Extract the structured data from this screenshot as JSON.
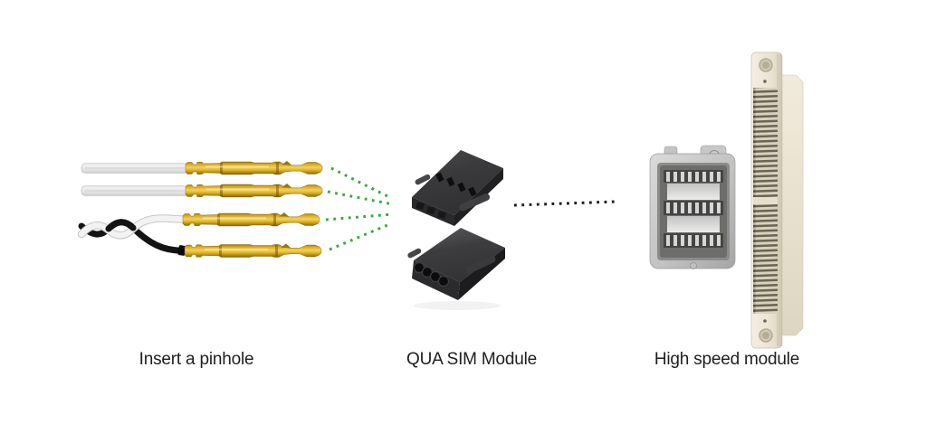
{
  "diagram": {
    "background_color": "#ffffff",
    "steps": [
      {
        "id": "pinhole",
        "label": "Insert a pinhole",
        "illustration": "four-crimped-gold-pin-terminals-with-wires",
        "wire_count": 4,
        "wire_types": [
          "gray-single",
          "gray-single",
          "twisted-pair-white",
          "twisted-pair-black"
        ]
      },
      {
        "id": "sim-module",
        "label": "QUA SIM Module",
        "illustration": "two-black-sim-module-housings",
        "housing_count": 2,
        "cavity_count": 4
      },
      {
        "id": "high-speed",
        "label": "High speed module",
        "illustration": "metal-shell-and-cream-high-speed-connector",
        "part_count": 2
      }
    ],
    "flows": [
      {
        "id": "pins-to-sim",
        "style": "green-dotted-arrows",
        "line_count": 4
      },
      {
        "id": "sim-to-highspeed",
        "style": "black-dotted-line",
        "line_count": 1
      }
    ]
  },
  "colors": {
    "green_dots": "#3aa83c",
    "black_dots": "#1a1a1a",
    "gold_pin": "#d9a91f",
    "wire_gray": "#e9e9e9",
    "wire_black": "#141414",
    "module_black": "#333335",
    "shell_gray": "#c2c2c2",
    "connector_cream": "#eae4d3",
    "label_text": "#1e1e1e"
  }
}
